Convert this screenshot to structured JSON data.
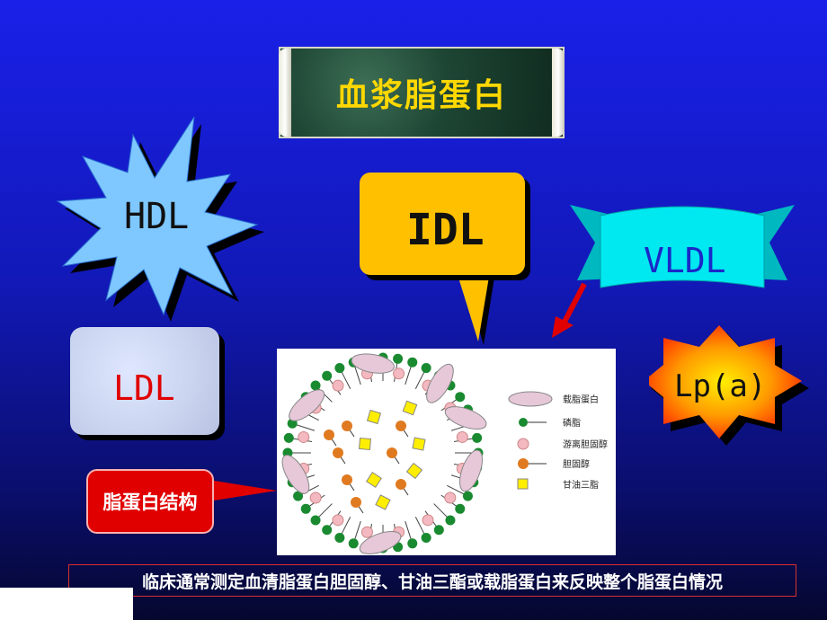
{
  "title": "血浆脂蛋白",
  "shapes": {
    "hdl": "HDL",
    "idl": "IDL",
    "vldl": "VLDL",
    "ldl": "LDL",
    "lpa": "Lp(a)"
  },
  "callout": "脂蛋白结构",
  "legend": {
    "apolipoprotein": "载脂蛋白",
    "phospholipid": "磷脂",
    "free_cholesterol": "游离胆固醇",
    "cholesterol": "胆固醇",
    "triglyceride": "甘油三脂"
  },
  "caption": "临床通常测定血清脂蛋白胆固醇、甘油三酯或载脂蛋白来反映整个脂蛋白情况",
  "colors": {
    "background": "#1a20e8",
    "title_text": "#ffd800",
    "hdl_fill": "#7ec8ff",
    "idl_fill": "#ffc000",
    "vldl_fill": "#00e8f0",
    "ldl_text": "#e00000",
    "lpa_fill": "#ff7a00",
    "callout_fill": "#e00000",
    "arrow": "#e00000"
  }
}
